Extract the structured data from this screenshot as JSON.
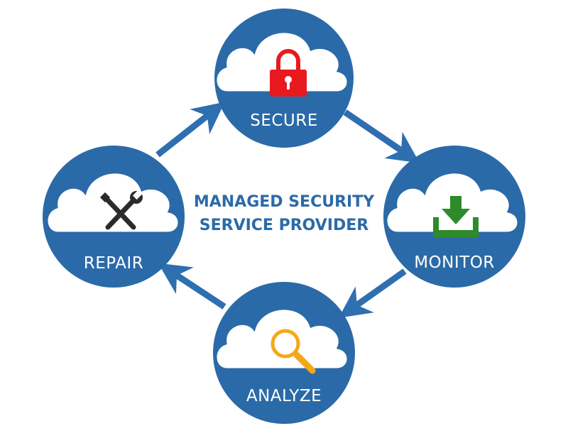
{
  "center_title": {
    "line1": "MANAGED SECURITY",
    "line2": "SERVICE PROVIDER"
  },
  "nodes": [
    {
      "id": "secure",
      "label": "SECURE",
      "icon": "lock-icon",
      "icon_color": "#e8191f"
    },
    {
      "id": "monitor",
      "label": "MONITOR",
      "icon": "download-icon",
      "icon_color": "#2e8a2a"
    },
    {
      "id": "analyze",
      "label": "ANALYZE",
      "icon": "magnifying-glass-icon",
      "icon_color": "#f5a71b"
    },
    {
      "id": "repair",
      "label": "REPAIR",
      "icon": "wrench-screwdriver-icon",
      "icon_color": "#2b2b2b"
    }
  ],
  "colors": {
    "circle": "#2b6aa8",
    "arrow": "#2e6fb0",
    "cloud_fill": "#ffffff",
    "title": "#2b6aa8"
  }
}
